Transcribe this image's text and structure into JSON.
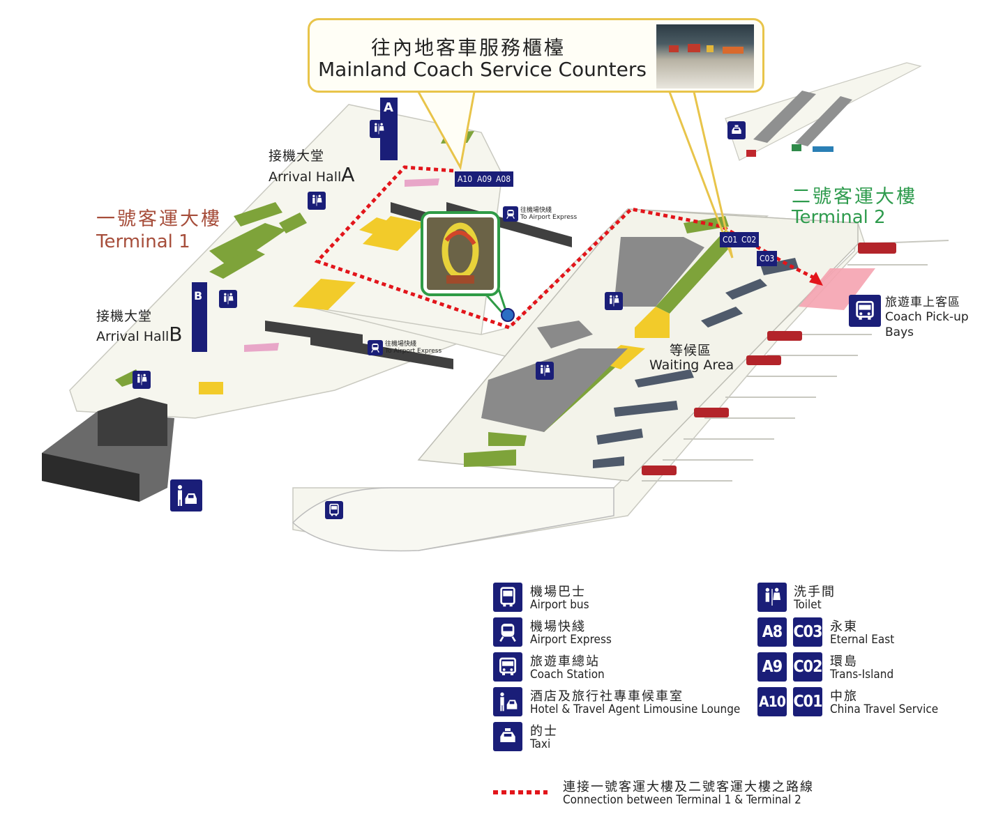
{
  "callout": {
    "title_zh": "往內地客車服務櫃檯",
    "title_en": "Mainland Coach Service Counters"
  },
  "terminal1": {
    "name_zh": "一號客運大樓",
    "name_en": "Terminal 1"
  },
  "terminal2": {
    "name_zh": "二號客運大樓",
    "name_en": "Terminal 2"
  },
  "arrival_a": {
    "zh": "接機大堂",
    "en": "Arrival Hall",
    "letter": "A"
  },
  "arrival_b": {
    "zh": "接機大堂",
    "en": "Arrival Hall",
    "letter": "B"
  },
  "waiting_area": {
    "zh": "等候區",
    "en": "Waiting Area"
  },
  "coach_pickup": {
    "zh": "旅遊車上客區",
    "en_line1": "Coach Pick-up",
    "en_line2": "Bays"
  },
  "airport_express_sign": {
    "zh": "往機場快綫",
    "en": "To Airport Express"
  },
  "counter_signs": {
    "t1": [
      "A10",
      "A09",
      "A08"
    ],
    "t2_top": [
      "C01",
      "C02"
    ],
    "t2_bottom": "C03"
  },
  "legend": {
    "items": [
      {
        "icon": "airport-bus-icon",
        "zh": "機場巴士",
        "en": "Airport bus"
      },
      {
        "icon": "airport-express-icon",
        "zh": "機場快綫",
        "en": "Airport Express"
      },
      {
        "icon": "coach-station-icon",
        "zh": "旅遊車總站",
        "en": "Coach Station"
      },
      {
        "icon": "limousine-lounge-icon",
        "zh": "酒店及旅行社專車候車室",
        "en": "Hotel & Travel Agent Limousine Lounge"
      },
      {
        "icon": "taxi-icon",
        "zh": "的士",
        "en": "Taxi"
      }
    ],
    "toilet": {
      "zh": "洗手間",
      "en": "Toilet"
    },
    "operators": [
      {
        "codes": [
          "A8",
          "C03"
        ],
        "zh": "永東",
        "en": "Eternal East"
      },
      {
        "codes": [
          "A9",
          "C02"
        ],
        "zh": "環島",
        "en": "Trans-Island"
      },
      {
        "codes": [
          "A10",
          "C01"
        ],
        "zh": "中旅",
        "en": "China Travel Service"
      }
    ],
    "route": {
      "zh": "連接一號客運大樓及二號客運大樓之路線",
      "en": "Connection between Terminal 1 & Terminal 2"
    }
  },
  "colors": {
    "terminal1_text": "#a64d3a",
    "terminal2_text": "#2e9b4d",
    "route_line": "#e2151b",
    "sign_blue": "#1a1e78",
    "callout_border": "#e8c44a",
    "floor": "#f6f6ee",
    "green_zone": "#7ea33a",
    "yellow_zone": "#f2cb2a",
    "gray_zone": "#8a8a8a"
  }
}
